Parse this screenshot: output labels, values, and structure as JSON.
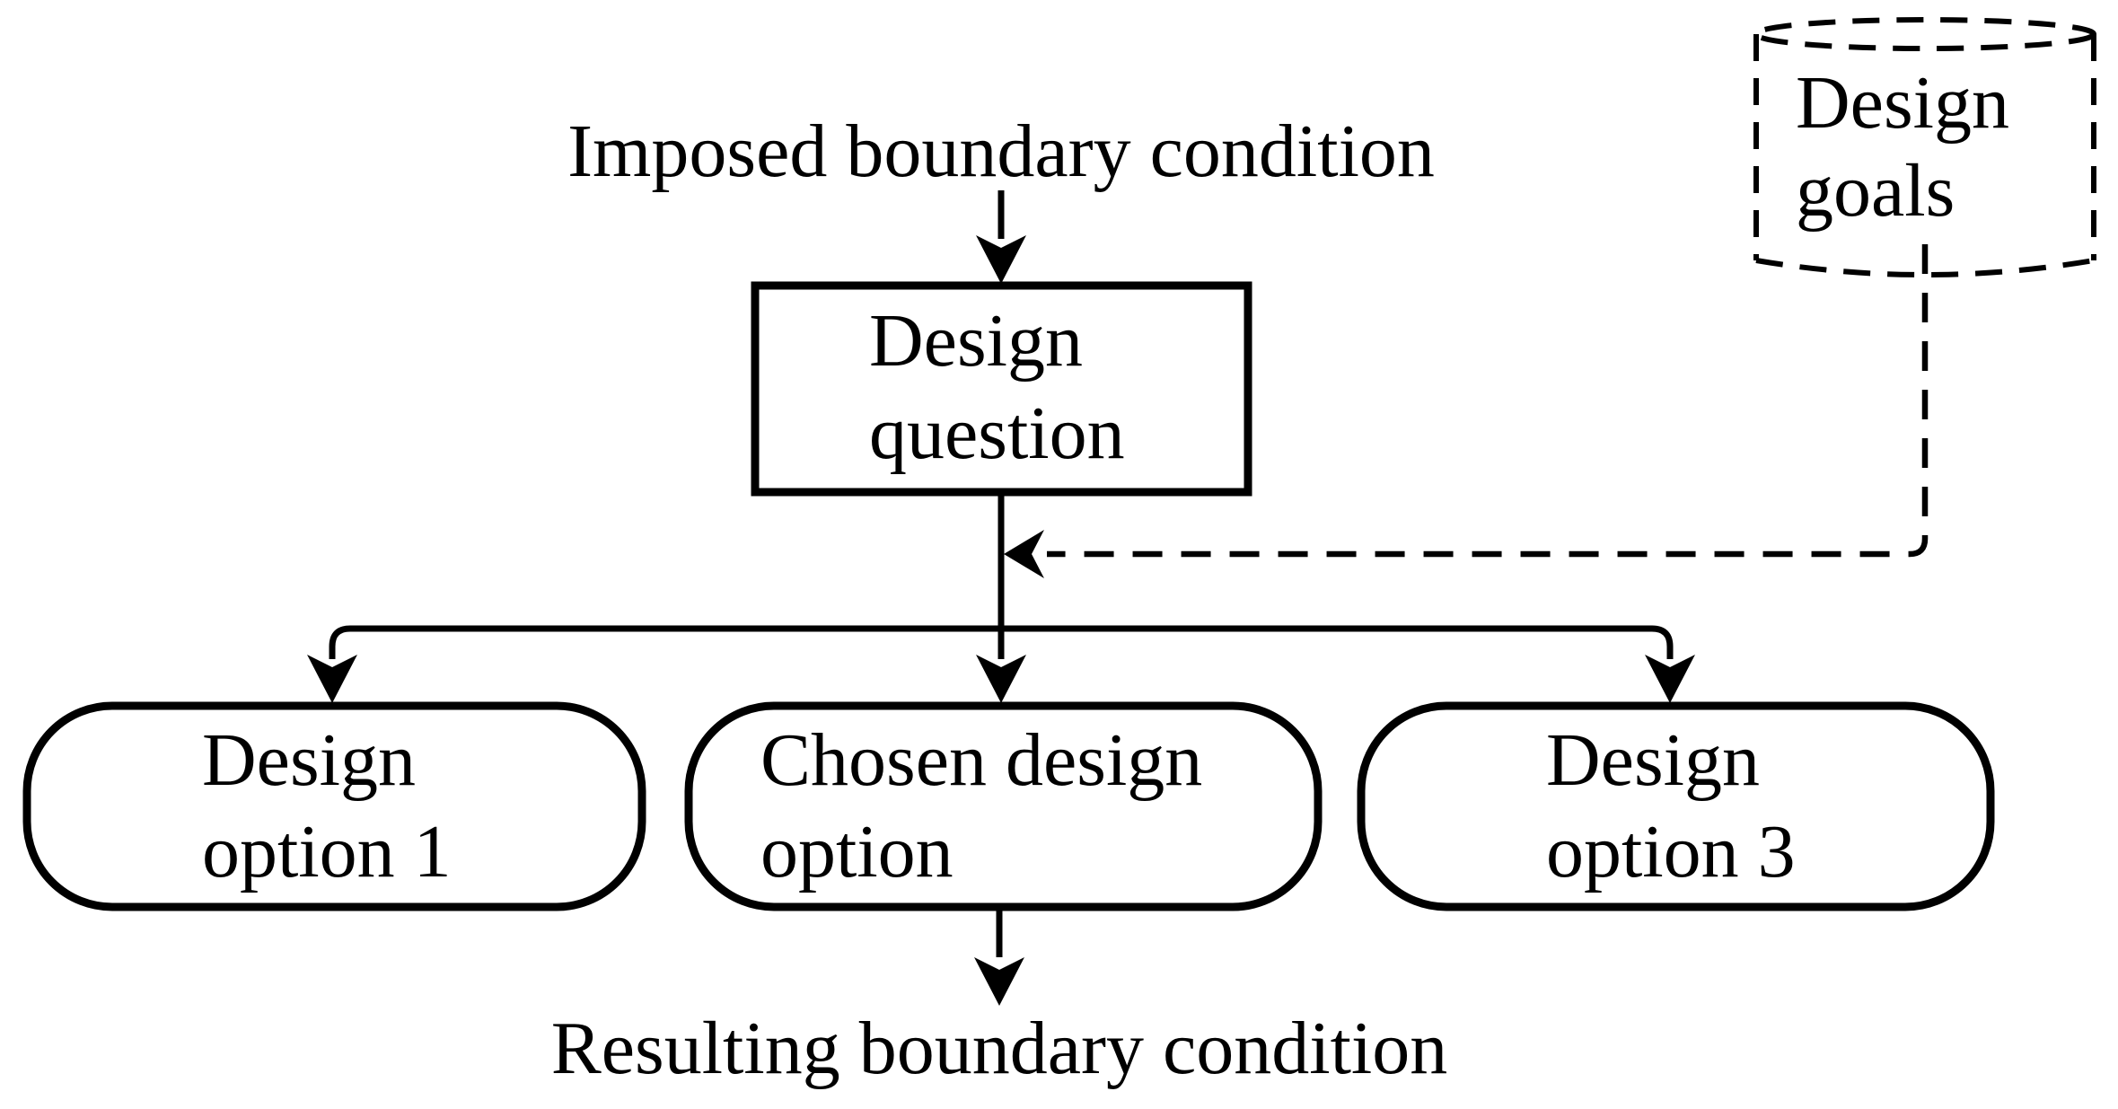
{
  "diagram": {
    "kind": "flowchart",
    "colors": {
      "line": "#000000",
      "background": "#ffffff",
      "text": "#000000"
    },
    "labels": {
      "imposed": "Imposed boundary condition",
      "resulting": "Resulting boundary condition"
    },
    "nodes": {
      "design_question": {
        "shape": "rectangle",
        "lines": [
          "Design",
          "question"
        ]
      },
      "design_goals": {
        "shape": "dashed-cylinder",
        "lines": [
          "Design",
          "goals"
        ]
      },
      "option1": {
        "shape": "stadium",
        "lines": [
          "Design",
          "option 1"
        ]
      },
      "chosen": {
        "shape": "stadium",
        "lines": [
          "Chosen design",
          "option"
        ]
      },
      "option3": {
        "shape": "stadium",
        "lines": [
          "Design",
          "option 3"
        ]
      }
    },
    "edges": [
      {
        "from": "Imposed boundary condition",
        "to": "Design question",
        "style": "solid-arrow"
      },
      {
        "from": "Design goals",
        "to": "Design question flow line",
        "style": "dashed-arrow"
      },
      {
        "from": "Design question",
        "to": "Design option 1",
        "style": "solid-arrow"
      },
      {
        "from": "Design question",
        "to": "Chosen design option",
        "style": "solid-arrow"
      },
      {
        "from": "Design question",
        "to": "Design option 3",
        "style": "solid-arrow"
      },
      {
        "from": "Chosen design option",
        "to": "Resulting boundary condition",
        "style": "solid-arrow"
      }
    ]
  }
}
